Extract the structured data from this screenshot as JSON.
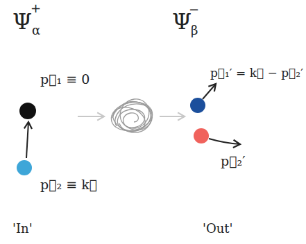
{
  "diagram": {
    "labels": [
      "Ψ",
      "+",
      "α",
      "Ψ",
      "−",
      "β",
      "p⃗₁ ≡ 0",
      "p⃗₂ ≡ k⃗",
      "p⃗₁′ = k⃗ − p⃗₂′",
      "p⃗₂′",
      "'In'",
      "'Out'"
    ]
  }
}
